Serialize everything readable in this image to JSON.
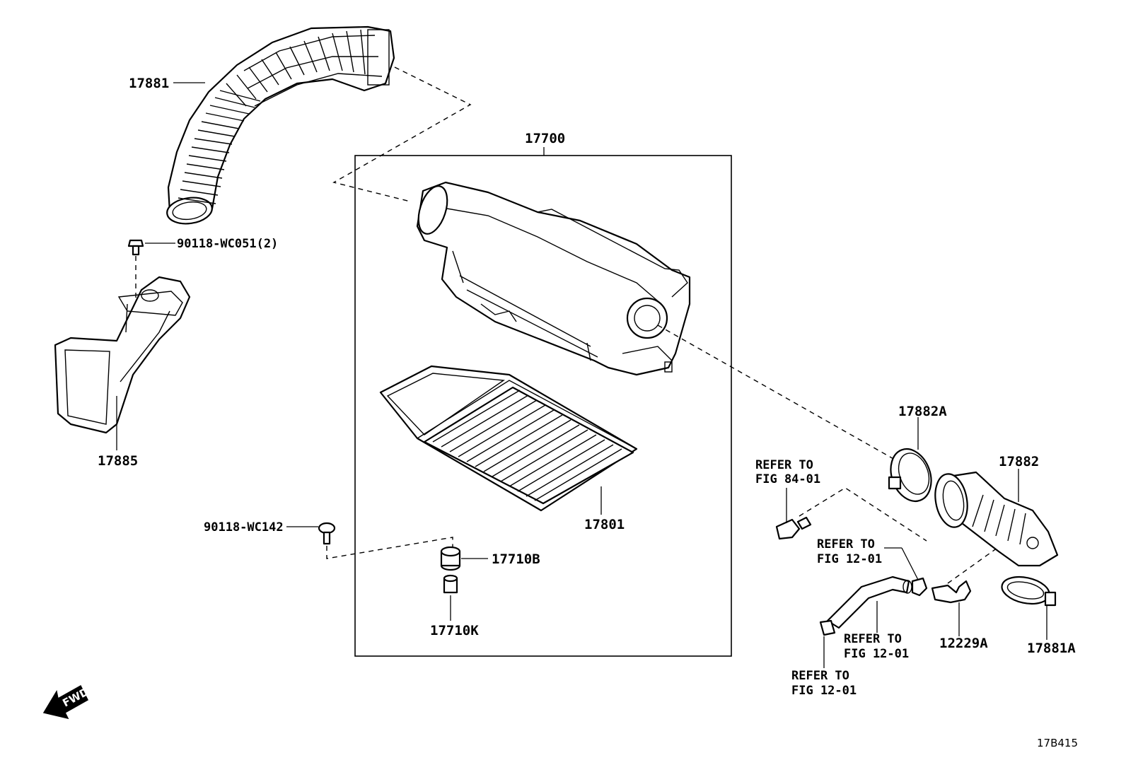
{
  "diagram_code": "17B415",
  "direction_label": "FWD",
  "group_label": "17700",
  "part_labels": {
    "intake_hose": "17881",
    "bolt_upper": "90118-WC051(2)",
    "resonator_inlet": "17885",
    "bolt_lower": "90118-WC142",
    "air_filter_element": "17801",
    "grommet": "17710B",
    "collar": "17710K",
    "clamp_outlet": "17882A",
    "outlet_hose": "17882",
    "pcv_union": "12229A",
    "clamp_throttle": "17881A"
  },
  "references": {
    "sensor": [
      "REFER TO",
      "FIG 84-01"
    ],
    "hose_upper": [
      "REFER TO",
      "FIG 12-01"
    ],
    "hose_mid": [
      "REFER TO",
      "FIG 12-01"
    ],
    "hose_lower": [
      "REFER TO",
      "FIG 12-01"
    ]
  }
}
